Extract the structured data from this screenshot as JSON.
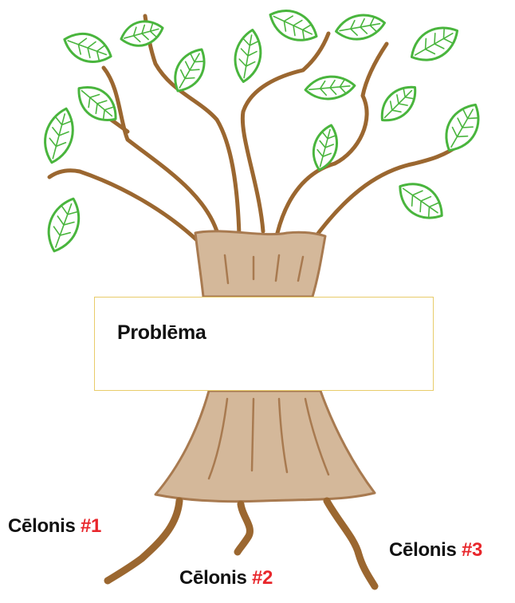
{
  "problem": {
    "label": "Problēma"
  },
  "causes": [
    {
      "label": "Cēlonis",
      "number": "#1"
    },
    {
      "label": "Cēlonis",
      "number": "#2"
    },
    {
      "label": "Cēlonis",
      "number": "#3"
    }
  ],
  "colors": {
    "leaf_stroke": "#49b53d",
    "leaf_fill": "#ffffff",
    "branch": "#9b6730",
    "trunk_fill": "#d4b89a",
    "trunk_line": "#a87a50",
    "box_border": "#e8cc6a",
    "cause_number": "#e8262b"
  }
}
